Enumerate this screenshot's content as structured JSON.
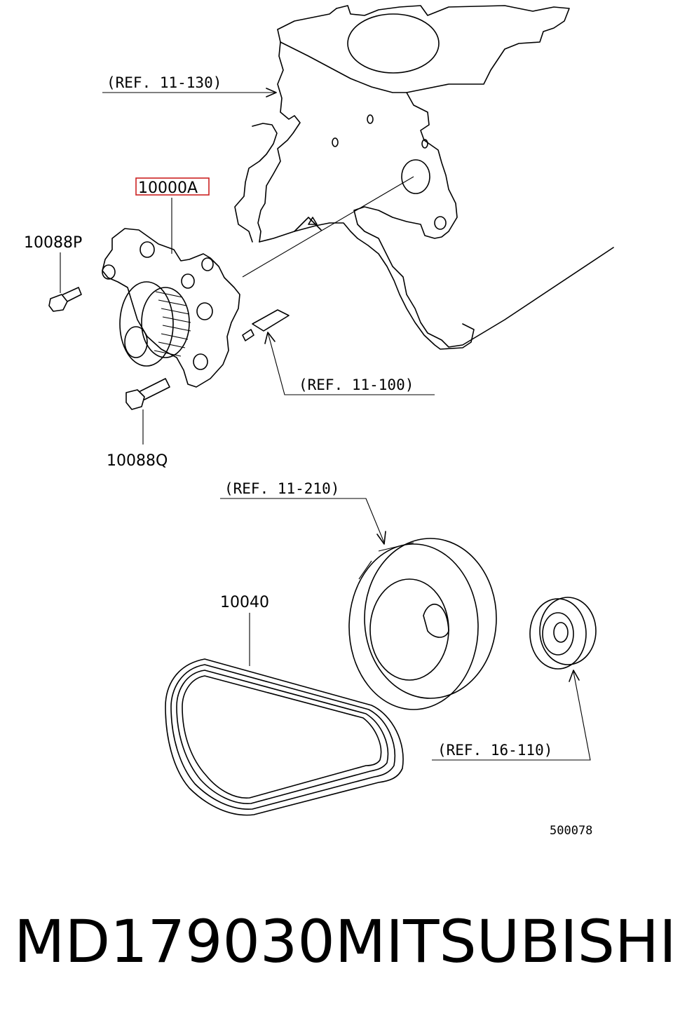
{
  "diagram": {
    "highlight_color": "#cc2222",
    "callouts": {
      "water_pump": "10000A",
      "bolt_p": "10088P",
      "bolt_q": "10088Q",
      "belt": "10040"
    },
    "references": {
      "ref_block": "(REF. 11-130)",
      "ref_seal": "(REF. 11-100)",
      "ref_crank_pulley": "(REF. 11-210)",
      "ref_idler": "(REF. 16-110)"
    },
    "diagram_number": "500078"
  },
  "caption": {
    "part_number": "MD179030",
    "brand": "MITSUBISHI"
  }
}
